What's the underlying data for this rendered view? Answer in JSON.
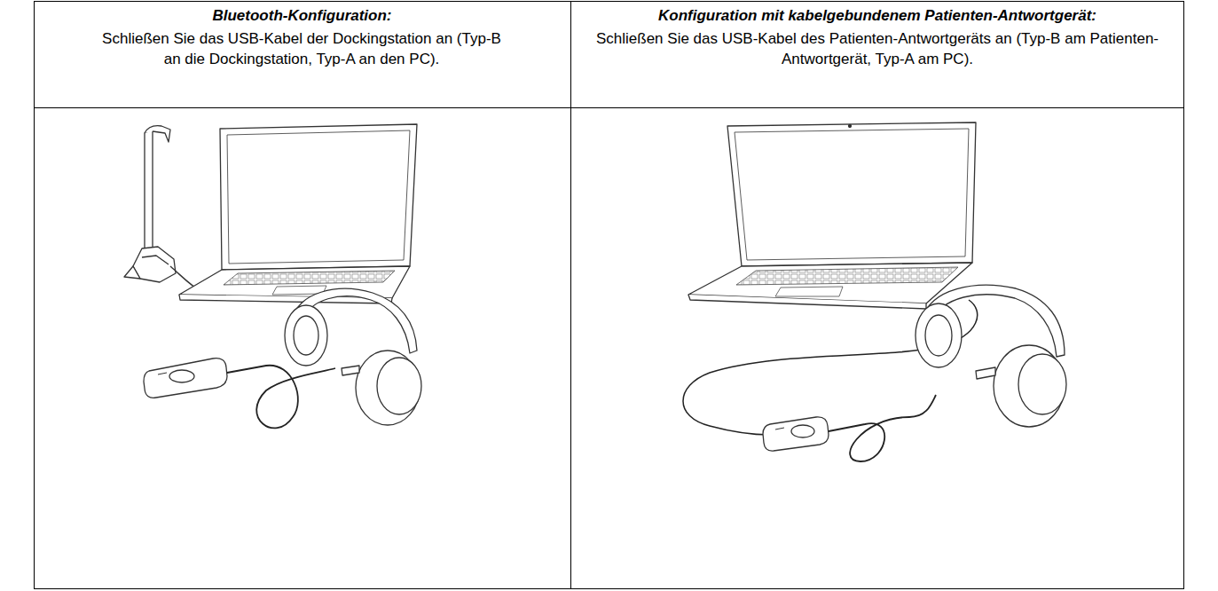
{
  "diagram": {
    "labels": [
      "Bluetooth-Konfiguration:",
      "Schließen Sie das USB-Kabel der Dockingstation an (Typ-B an die Dockingstation, Typ-A an den PC).",
      "Konfiguration mit kabelgebundenem Patienten-Antwortgerät:",
      "Schließen Sie das USB-Kabel des Patienten-Antwortgeräts an (Typ-B am Patienten-Antwortgerät, Typ-A am PC)."
    ]
  }
}
